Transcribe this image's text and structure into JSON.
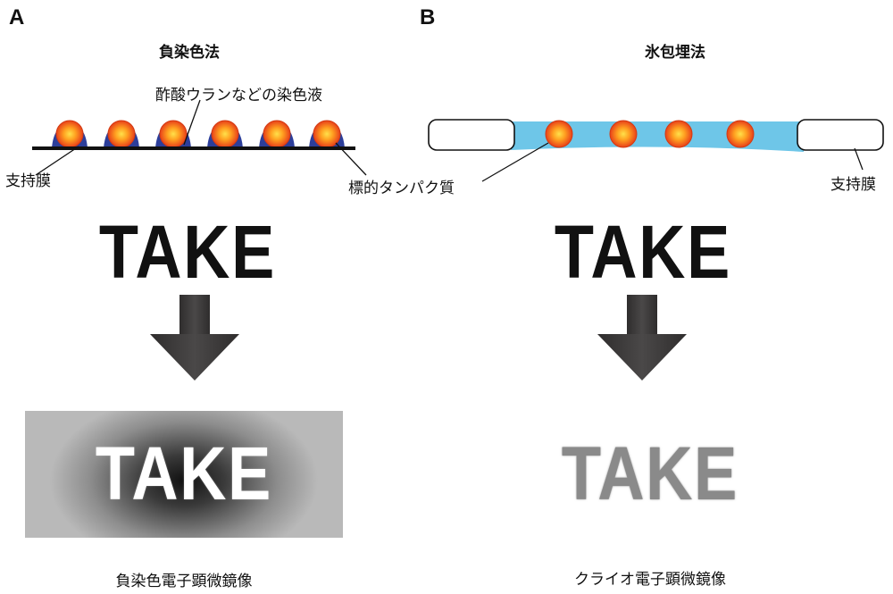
{
  "panel_a": {
    "letter": "A",
    "title": "負染色法",
    "stain_label": "酢酸ウランなどの染色液",
    "film_label": "支持膜",
    "take_text": "TAKE",
    "caption": "負染色電子顕微鏡像"
  },
  "panel_b": {
    "letter": "B",
    "title": "氷包埋法",
    "protein_label": "標的タンパク質",
    "film_label": "支持膜",
    "take_text": "TAKE",
    "caption": "クライオ電子顕微鏡像"
  },
  "colors": {
    "ice": "#6ec6e8",
    "stain": "#2c3e9a",
    "particle_outer": "#e8461c",
    "particle_inner": "#ffd23c",
    "arrow": "#3a3838"
  }
}
